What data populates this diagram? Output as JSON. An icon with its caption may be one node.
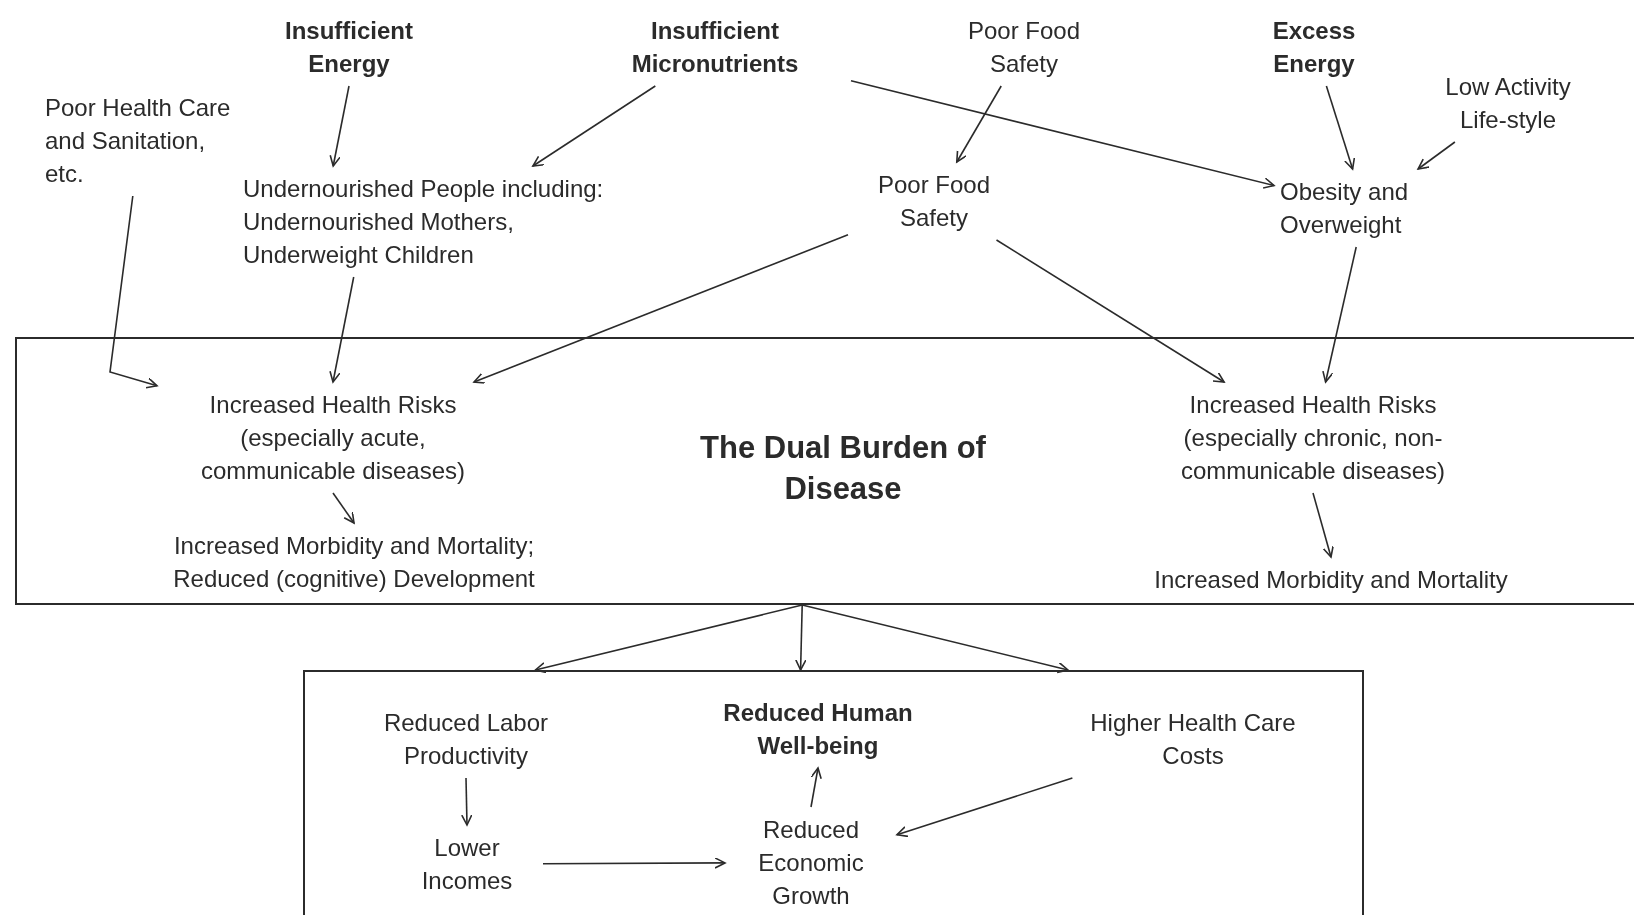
{
  "diagram": {
    "nodes": [
      {
        "text": [
          "Insufficient Energy"
        ]
      },
      {
        "text": [
          "Insufficient Micronutrients"
        ]
      },
      {
        "text": [
          "Poor Food Safety"
        ]
      },
      {
        "text": [
          "Excess Energy"
        ]
      },
      {
        "text": [
          "Poor Health Care and Sanitation, etc."
        ]
      },
      {
        "text": [
          "Low Activity Life-style"
        ]
      },
      {
        "text": [
          "Undernourished People including: Undernourished Mothers, Underweight Children"
        ]
      },
      {
        "text": [
          "Poor Food Safety"
        ]
      },
      {
        "text": [
          "Obesity and Overweight"
        ]
      },
      {
        "text": [
          "The Dual Burden of Disease"
        ]
      },
      {
        "text": [
          "Increased Health Risks (especially acute, communicable diseases)"
        ],
        "in": 9
      },
      {
        "text": [
          "Increased Morbidity and Mortality; Reduced (cognitive) Development"
        ],
        "in": 9
      },
      {
        "text": [
          "Increased Health Risks (especially chronic, non-communicable diseases)"
        ],
        "in": 9
      },
      {
        "text": [
          "Increased Morbidity and Mortality"
        ],
        "in": 9
      },
      {
        "text": [],
        "shape": "box"
      },
      {
        "text": [
          "Reduced Labor Productivity"
        ],
        "in": 14
      },
      {
        "text": [
          "Reduced Human Well-being"
        ],
        "in": 14
      },
      {
        "text": [
          "Higher Health Care Costs"
        ],
        "in": 14
      },
      {
        "text": [
          "Lower Incomes"
        ],
        "in": 14
      },
      {
        "text": [
          "Reduced Economic Growth"
        ],
        "in": 14
      }
    ],
    "edges": [
      {
        "from": 0,
        "to": 6,
        "arrow": "to"
      },
      {
        "from": 1,
        "to": 6,
        "arrow": "to"
      },
      {
        "from": 2,
        "to": 7,
        "arrow": "to"
      },
      {
        "from": 1,
        "to": 8,
        "arrow": "to"
      },
      {
        "from": 3,
        "to": 8,
        "arrow": "to"
      },
      {
        "from": 5,
        "to": 8,
        "arrow": "to"
      },
      {
        "from": 4,
        "to": 10,
        "arrow": "to"
      },
      {
        "from": 6,
        "to": 10,
        "arrow": "to"
      },
      {
        "from": 7,
        "to": 10,
        "arrow": "to"
      },
      {
        "from": 7,
        "to": 12,
        "arrow": "to"
      },
      {
        "from": 8,
        "to": 12,
        "arrow": "to"
      },
      {
        "from": 10,
        "to": 11,
        "arrow": "to"
      },
      {
        "from": 12,
        "to": 13,
        "arrow": "to"
      },
      {
        "from": 9,
        "to": 14,
        "arrow": "to"
      },
      {
        "from": 9,
        "to": 14,
        "arrow": "to"
      },
      {
        "from": 9,
        "to": 14,
        "arrow": "to"
      },
      {
        "from": 15,
        "to": 18,
        "arrow": "to"
      },
      {
        "from": 18,
        "to": 19,
        "arrow": "to"
      },
      {
        "from": 19,
        "to": 16,
        "arrow": "to"
      },
      {
        "from": 17,
        "to": 19,
        "arrow": "to"
      }
    ]
  }
}
